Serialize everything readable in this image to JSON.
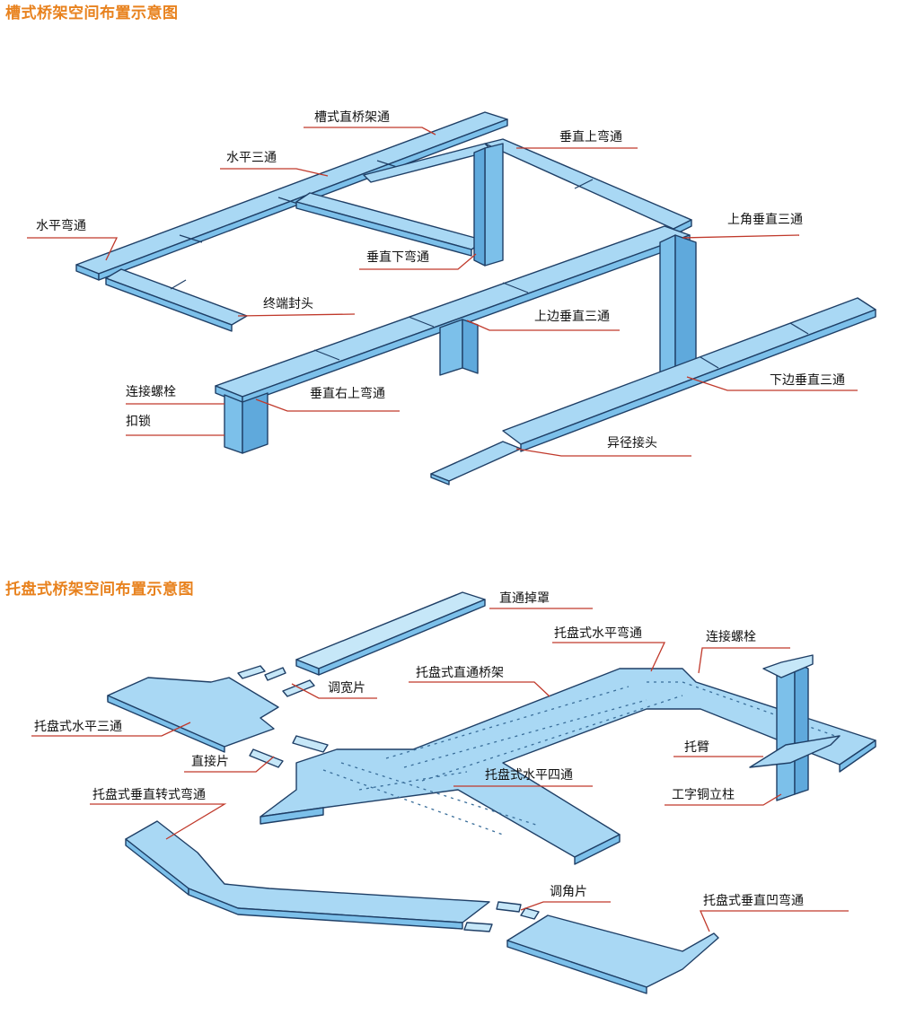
{
  "section1": {
    "title": "槽式桥架空间布置示意图",
    "labels": {
      "straight": "槽式直桥架通",
      "h_tee": "水平三通",
      "v_up_bend": "垂直上弯通",
      "h_bend": "水平弯通",
      "corner_v_tee": "上角垂直三通",
      "v_down_bend": "垂直下弯通",
      "end_cap": "终端封头",
      "top_v_tee": "上边垂直三通",
      "bolt": "连接螺栓",
      "v_right_up_bend": "垂直右上弯通",
      "bottom_v_tee": "下边垂直三通",
      "lock": "扣锁",
      "reducer": "异径接头"
    }
  },
  "section2": {
    "title": "托盘式桥架空间布置示意图",
    "labels": {
      "cover": "直通掉罩",
      "h_bend": "托盘式水平弯通",
      "bolt": "连接螺栓",
      "straight": "托盘式直通桥架",
      "width_plate": "调宽片",
      "h_tee": "托盘式水平三通",
      "arm": "托臂",
      "straight_plate": "直接片",
      "h_cross": "托盘式水平四通",
      "column": "工字铜立柱",
      "v_turn_bend": "托盘式垂直转式弯通",
      "angle_plate": "调角片",
      "v_concave_bend": "托盘式垂直凹弯通"
    }
  }
}
